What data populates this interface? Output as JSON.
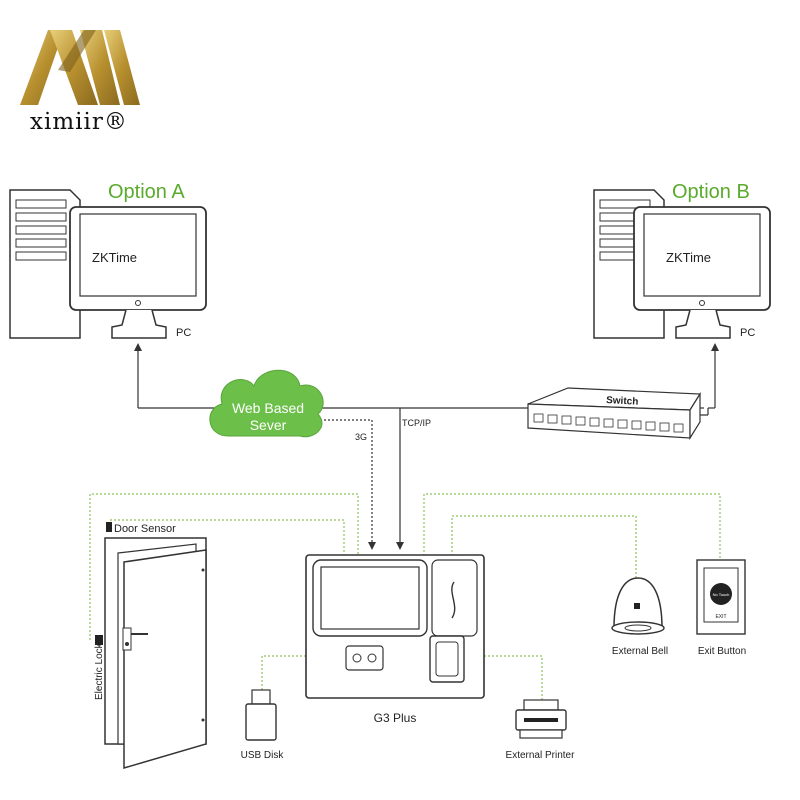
{
  "brand": {
    "name": "ximiir®",
    "color": "#c9a54a"
  },
  "option_a": {
    "title": "Option A",
    "screen_text": "ZKTime",
    "pc_label": "PC"
  },
  "option_b": {
    "title": "Option B",
    "screen_text": "ZKTime",
    "pc_label": "PC"
  },
  "cloud": {
    "line1": "Web Based",
    "line2": "Sever",
    "color": "#6cc04a"
  },
  "switch_label": "Switch",
  "links": {
    "g3": "3G",
    "tcpip": "TCP/IP"
  },
  "device": {
    "name": "G3 Plus"
  },
  "peripherals": {
    "door_sensor": "Door Sensor",
    "electric_lock": "Electric Lock",
    "external_bell": "External Bell",
    "exit_button": "Exit Button",
    "exit_button_face": "No Touch",
    "exit_tag": "EXIT",
    "usb_disk": "USB Disk",
    "external_printer": "External Printer"
  },
  "colors": {
    "accent_green": "#5aaa2c",
    "wire_green": "#8cc25a",
    "line": "#333333"
  }
}
